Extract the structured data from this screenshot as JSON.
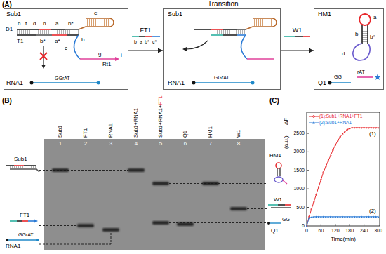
{
  "diagram": {
    "nodes": [
      {
        "text": [
          "Sub1",
          "RNA1"
        ]
      },
      {
        "text": [
          "Sub1",
          "RNA1"
        ]
      },
      {
        "text": [
          "HM1",
          "Q1"
        ]
      }
    ],
    "edges": [
      {
        "from": 0,
        "to": 1,
        "arrow": "to",
        "label": "FT1"
      },
      {
        "from": 1,
        "to": 2,
        "arrow": "to",
        "label": "W1"
      }
    ],
    "labels": [
      "(A)",
      "Transition",
      "h",
      "f",
      "d",
      "b",
      "a",
      "b*",
      "e",
      "D1",
      "T1",
      "b*",
      "a*",
      "b",
      "c",
      "g",
      "i",
      "Rt1",
      "GGrAT",
      "b",
      "a",
      "b*",
      "c*",
      "a",
      "b",
      "b*",
      "d",
      "GG",
      "rAT",
      "GGrAT",
      "(B)",
      "Sub1",
      "FT1",
      "RNA1",
      "Sub1+RNA1",
      "Sub1+RNA1+",
      "FT1",
      "Q1",
      "HM1",
      "W1",
      "1",
      "2",
      "3",
      "4",
      "5",
      "6",
      "7",
      "8",
      "Sub1",
      "FT1",
      "RNA1",
      "GGrAT",
      "HM1",
      "W1",
      "Q1",
      "GG",
      "(C)",
      "ΔF",
      "(a.u.)",
      "0",
      "500",
      "1000",
      "1500",
      "2000",
      "2500",
      "0",
      "60",
      "120",
      "180",
      "240",
      "300",
      "Time(min)",
      "(1)",
      "(2)"
    ],
    "legend": [
      {
        "text": "(1):Sub1+RNA1+FT1"
      },
      {
        "text": "(2):Sub1+RNA1"
      }
    ]
  }
}
